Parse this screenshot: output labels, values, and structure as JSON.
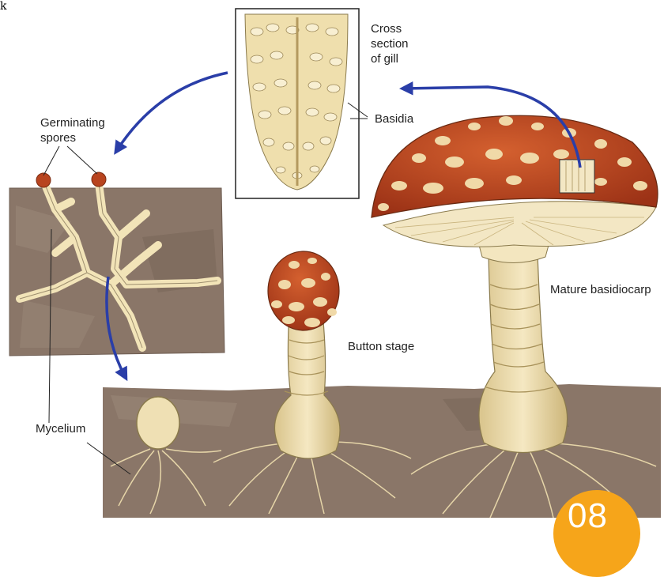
{
  "corner_mark": "k",
  "labels": {
    "cross_section": "Cross\nsection\nof gill",
    "basidia": "Basidia",
    "germinating_spores": "Germinating\nspores",
    "mature_basidiocarp": "Mature basidiocarp",
    "button_stage": "Button stage",
    "mycelium": "Mycelium"
  },
  "badge": {
    "text": "08"
  },
  "colors": {
    "soil": "#8a7668",
    "soil_dark": "#6e5d52",
    "cap_red": "#b8441f",
    "cap_spot": "#f0d9a8",
    "stalk": "#ecdcaa",
    "hyphae": "#f2e4b8",
    "arrow_blue": "#2a3ea8",
    "badge_orange": "#f6a51a"
  }
}
